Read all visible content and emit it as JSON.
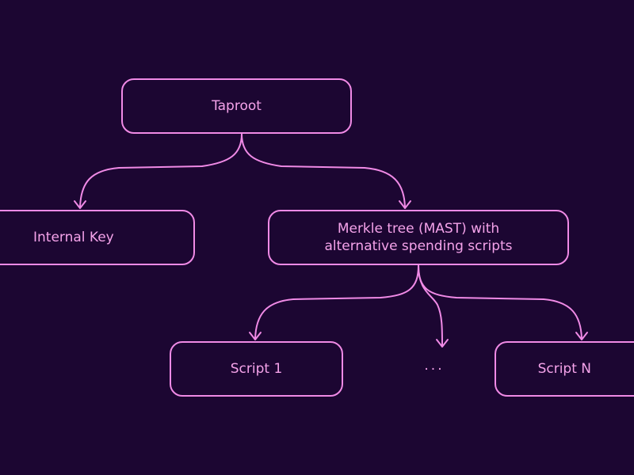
{
  "diagram": {
    "root": {
      "label": "Taproot"
    },
    "internal_key": {
      "label": "Internal Key"
    },
    "merkle": {
      "line1": "Merkle tree (MAST) with",
      "line2": "alternative spending scripts"
    },
    "script_first": {
      "label": "Script 1"
    },
    "ellipsis": "...",
    "script_last": {
      "label": "Script N"
    }
  },
  "colors": {
    "background": "#1c0632",
    "stroke": "#f08ae6",
    "text": "#f5a3ea"
  }
}
